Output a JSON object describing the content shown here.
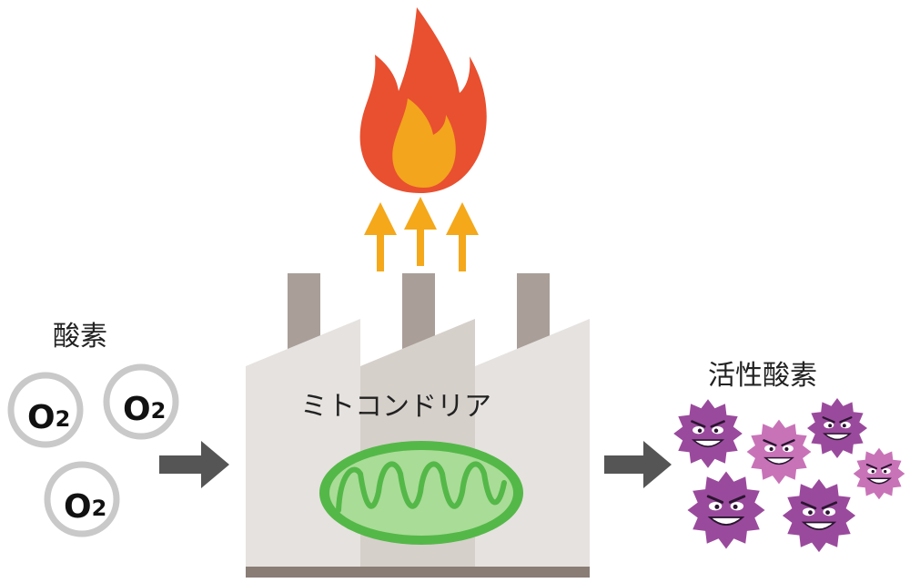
{
  "labels": {
    "oxygen": "酸素",
    "mitochondria": "ミトコンドリア",
    "reactive_oxygen": "活性酸素"
  },
  "molecules": [
    {
      "formula": "O",
      "subscript": "2"
    },
    {
      "formula": "O",
      "subscript": "2"
    },
    {
      "formula": "O",
      "subscript": "2"
    }
  ],
  "colors": {
    "flame_outer": "#e85030",
    "flame_inner": "#f3a51d",
    "heat_arrow": "#f4a81a",
    "process_arrow": "#555555",
    "factory_wall": "#e6e2df",
    "factory_roof": "#d6d0cb",
    "chimney": "#a99e98",
    "factory_base": "#8a7d76",
    "mitochondria_outer": "#54b848",
    "mitochondria_inner": "#a9dc97",
    "radical_purple": "#9a4a9c",
    "radical_pink": "#c873b8"
  },
  "icons": [
    "fire-icon",
    "heat-arrow-icon",
    "factory-icon",
    "mitochondria-icon",
    "molecule-icon",
    "reactive-oxygen-monster-icon",
    "right-arrow-icon"
  ]
}
